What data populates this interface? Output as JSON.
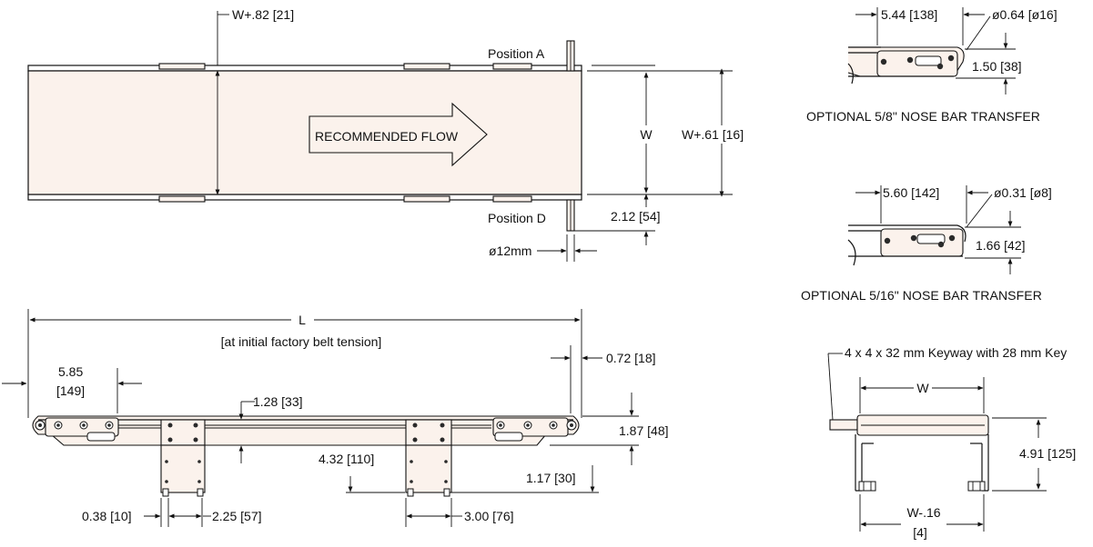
{
  "top_view": {
    "dim_w_plus_82": "W+.82 [21]",
    "position_a": "Position A",
    "position_d": "Position D",
    "flow_label": "RECOMMENDED FLOW",
    "dim_w": "W",
    "dim_w_plus_61": "W+.61 [16]",
    "dim_2_12": "2.12 [54]",
    "dim_12mm": "ø12mm"
  },
  "nose_bar_5_8": {
    "dim_length": "5.44 [138]",
    "dim_diameter": "ø0.64 [ø16]",
    "dim_height": "1.50 [38]",
    "caption": "OPTIONAL 5/8\" NOSE BAR TRANSFER"
  },
  "nose_bar_5_16": {
    "dim_length": "5.60 [142]",
    "dim_diameter": "ø0.31 [ø8]",
    "dim_height": "1.66 [42]",
    "caption": "OPTIONAL 5/16\" NOSE BAR TRANSFER"
  },
  "side_view": {
    "dim_l": "L",
    "dim_l_note": "[at initial factory belt tension]",
    "dim_5_85_a": "5.85",
    "dim_5_85_b": "[149]",
    "dim_0_72": "0.72 [18]",
    "dim_1_28": "1.28 [33]",
    "dim_1_87": "1.87 [48]",
    "dim_4_32": "4.32 [110]",
    "dim_1_17": "1.17 [30]",
    "dim_0_38": "0.38 [10]",
    "dim_2_25": "2.25 [57]",
    "dim_3_00": "3.00 [76]"
  },
  "end_view": {
    "keyway_note": "4 x 4 x 32 mm Keyway with 28 mm Key",
    "dim_w": "W",
    "dim_4_91": "4.91 [125]",
    "dim_w_minus_16_a": "W-.16",
    "dim_w_minus_16_b": "[4]"
  }
}
